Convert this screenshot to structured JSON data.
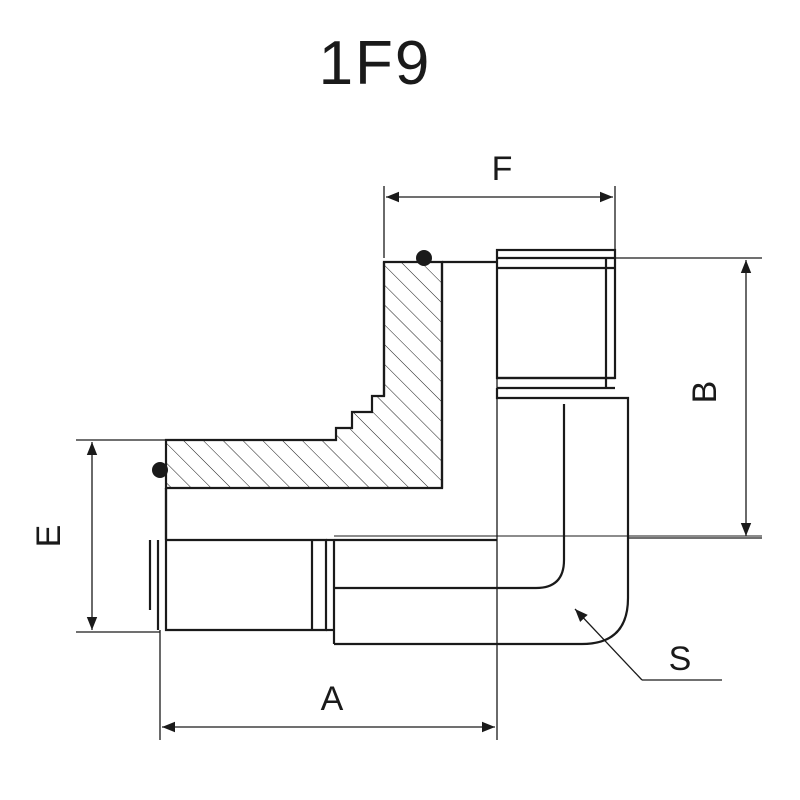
{
  "title": "1F9",
  "dimensions": {
    "f": "F",
    "b": "B",
    "e": "E",
    "a": "A",
    "s": "S"
  },
  "colors": {
    "ink": "#1a1a1a",
    "background": "#ffffff"
  }
}
